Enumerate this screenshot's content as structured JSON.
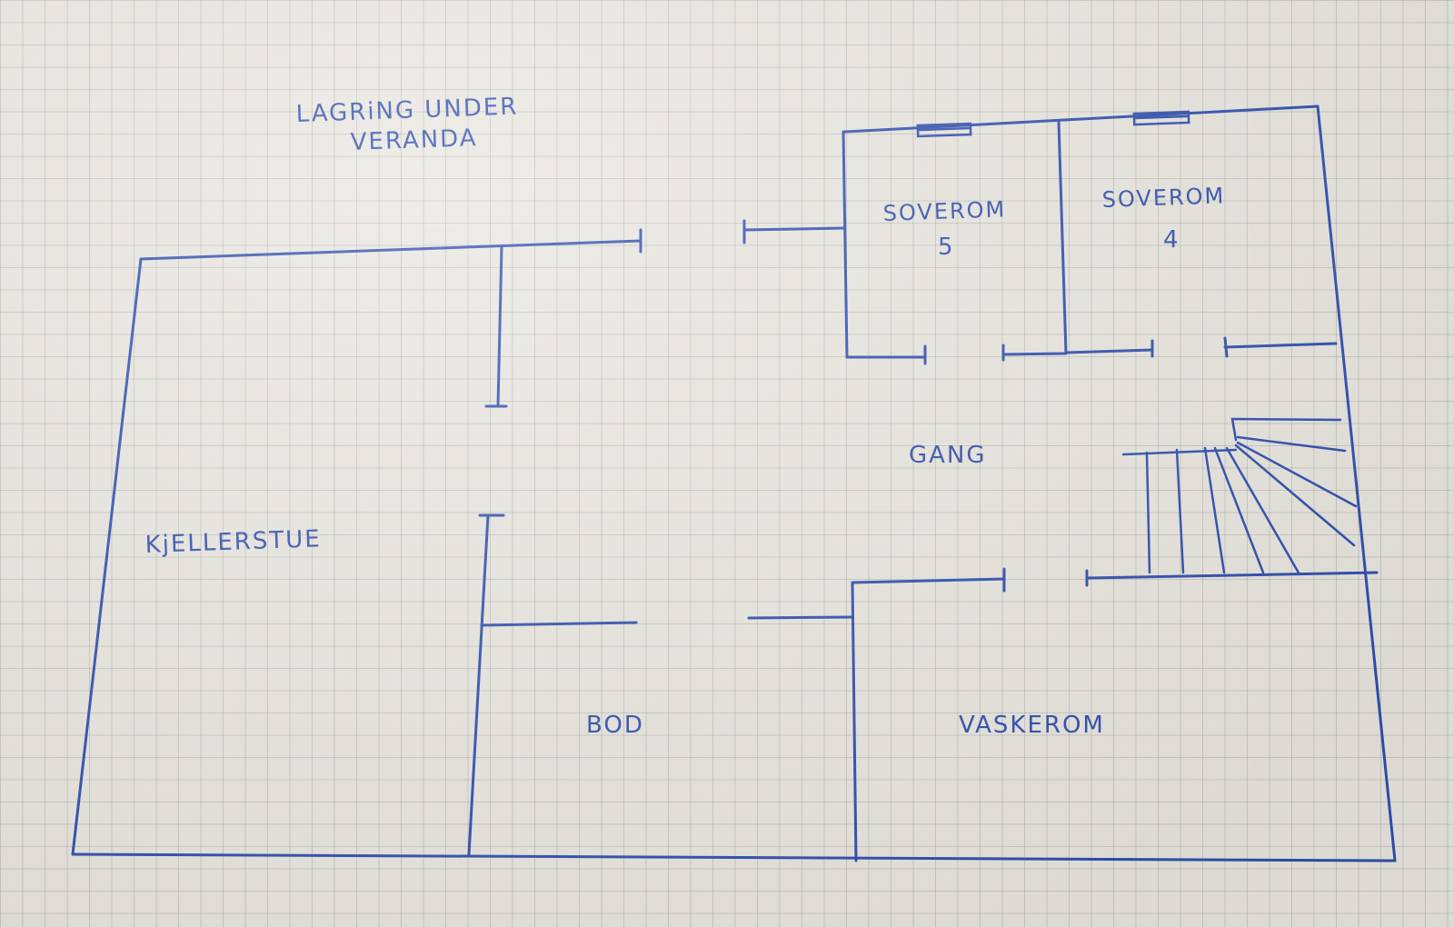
{
  "plan": {
    "ink_color": "#2f4fae",
    "paper_color": "#e9e6df",
    "labels": {
      "storage_line1": "LAGRiNG UNDER",
      "storage_line2": "VERANDA",
      "bedroom5_name": "SOVEROM",
      "bedroom5_number": "5",
      "bedroom4_name": "SOVEROM",
      "bedroom4_number": "4",
      "hallway": "GANG",
      "basement_living": "KjELLERSTUE",
      "storage_room": "BOD",
      "laundry": "VASKEROM"
    }
  }
}
